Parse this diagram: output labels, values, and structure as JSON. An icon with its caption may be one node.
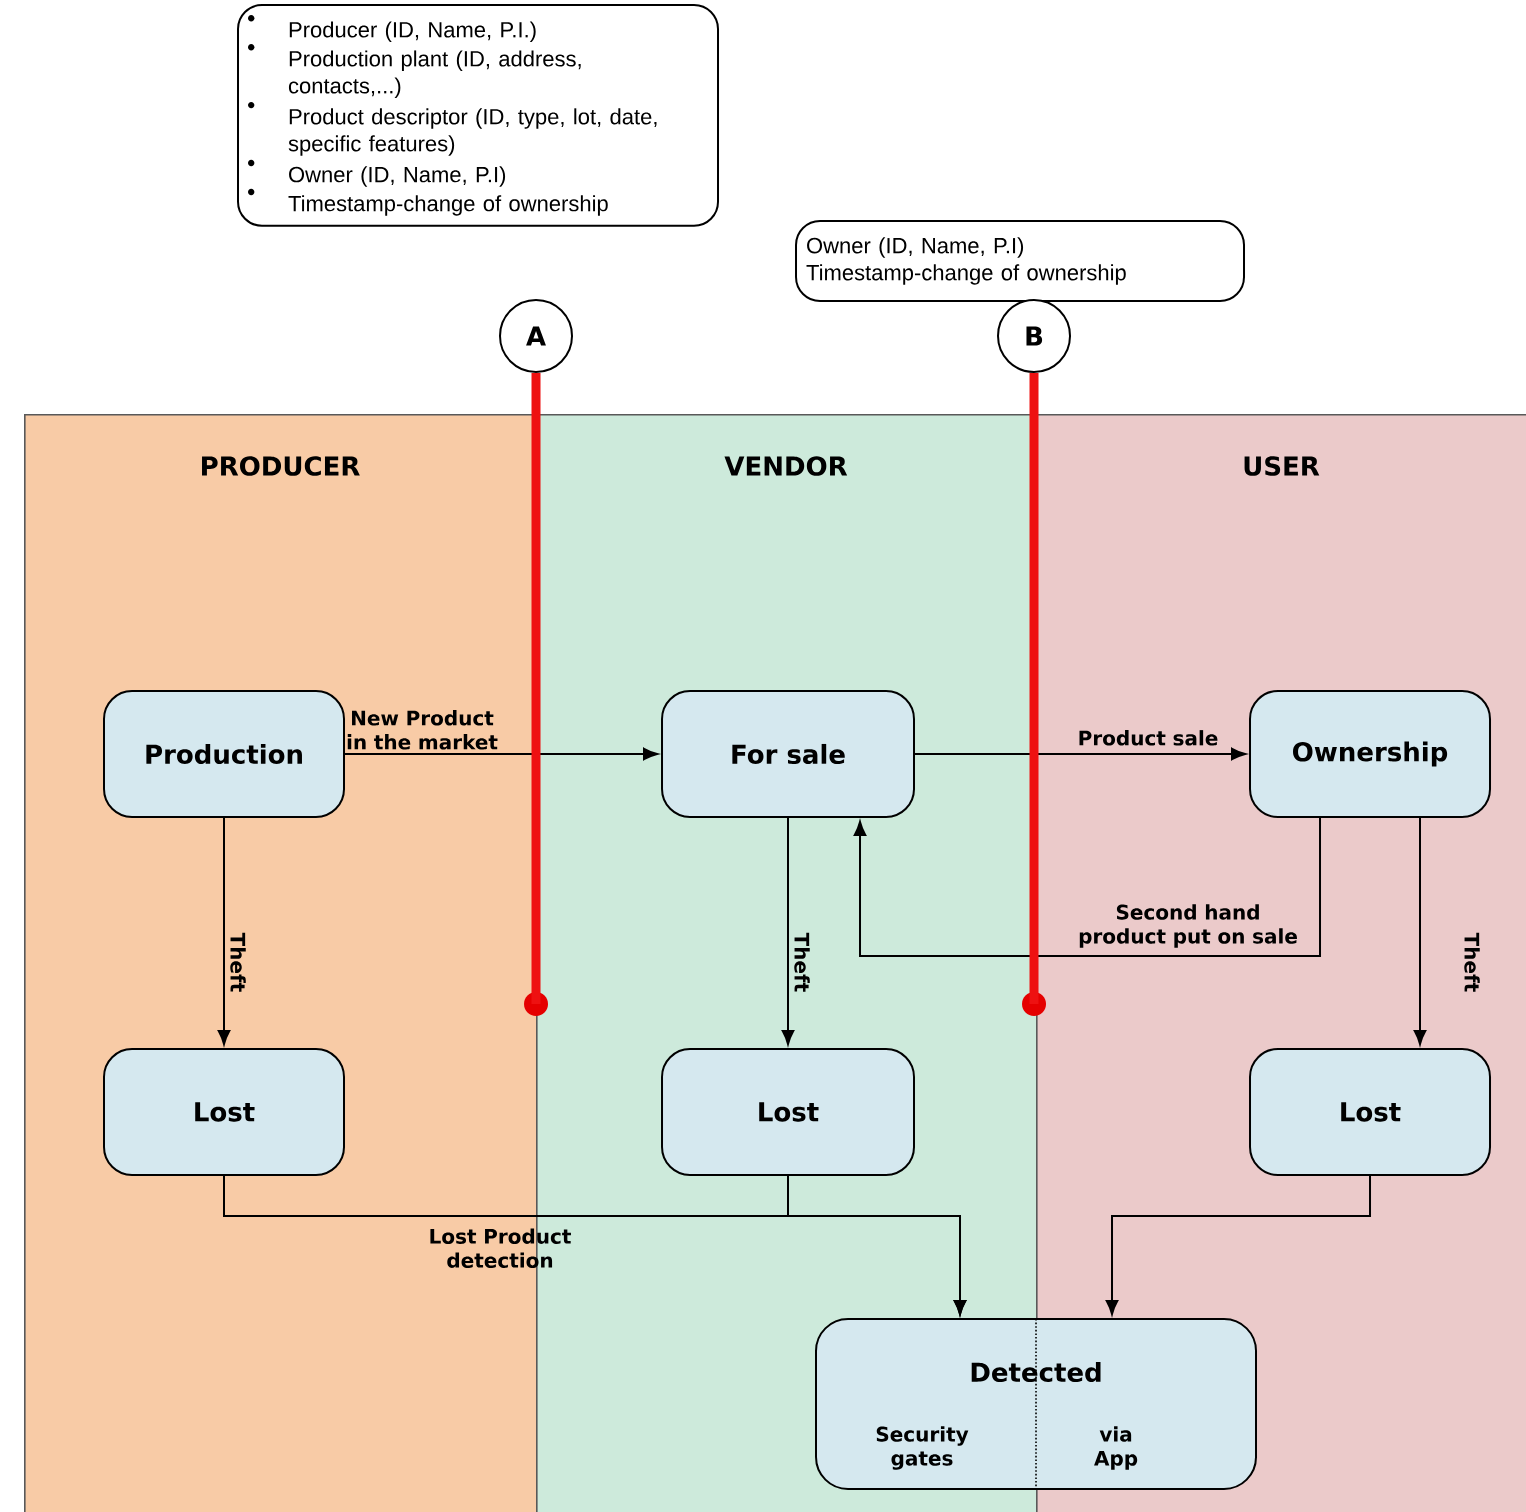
{
  "diagram": {
    "nodes": [
      {
        "text": [
          "PRODUCER"
        ]
      },
      {
        "text": [
          "VENDOR"
        ]
      },
      {
        "text": [
          "USER"
        ]
      },
      {
        "text": [
          "Producer (ID, Name, P.I.)",
          "Production plant (ID, address, contacts,...)",
          "Product descriptor (ID, type, lot, date, specific features)",
          "Owner (ID, Name, P.I)",
          "Timestamp-change of ownership"
        ]
      },
      {
        "text": [
          "Owner (ID, Name, P.I)",
          "Timestamp-change of ownership"
        ]
      },
      {
        "text": [
          "A"
        ]
      },
      {
        "text": [
          "B"
        ]
      },
      {
        "text": [
          "Production"
        ],
        "in": 0
      },
      {
        "text": [
          "For sale"
        ],
        "in": 1
      },
      {
        "text": [
          "Ownership"
        ],
        "in": 2
      },
      {
        "text": [
          "Lost"
        ],
        "in": 0
      },
      {
        "text": [
          "Lost"
        ],
        "in": 1
      },
      {
        "text": [
          "Lost"
        ],
        "in": 2
      },
      {
        "text": [
          "Detected",
          "Security gates",
          "via App"
        ]
      },
      {
        "text": [],
        "shape": "circle"
      },
      {
        "text": [],
        "shape": "circle"
      }
    ],
    "edges": [
      {
        "from": 7,
        "to": 8,
        "arrow": "to",
        "label": "New Product in the market"
      },
      {
        "from": 8,
        "to": 9,
        "arrow": "to",
        "label": "Product sale"
      },
      {
        "from": 9,
        "to": 8,
        "arrow": "to",
        "label": "Second hand product put on sale"
      },
      {
        "from": 7,
        "to": 10,
        "arrow": "to",
        "label": "Theft"
      },
      {
        "from": 8,
        "to": 11,
        "arrow": "to",
        "label": "Theft"
      },
      {
        "from": 9,
        "to": 12,
        "arrow": "to",
        "label": "Theft"
      },
      {
        "from": 10,
        "to": 13,
        "arrow": "to",
        "label": "Lost Product detection"
      },
      {
        "from": 11,
        "to": 13,
        "arrow": "to"
      },
      {
        "from": 12,
        "to": 13,
        "arrow": "to"
      },
      {
        "from": 5,
        "to": 14,
        "arrow": "none",
        "style": "thick",
        "color": "#ee1111"
      },
      {
        "from": 6,
        "to": 15,
        "arrow": "none",
        "style": "thick",
        "color": "#ee1111"
      }
    ]
  }
}
